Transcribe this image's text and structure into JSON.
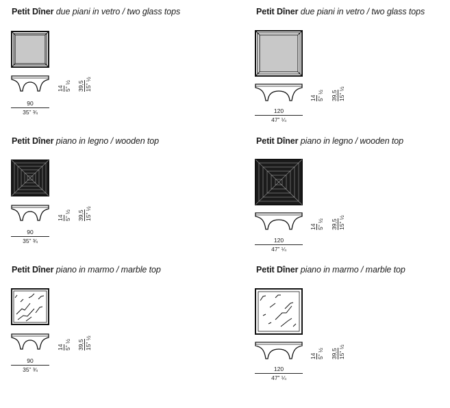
{
  "items": [
    {
      "name": "Petit Dîner",
      "desc": "due piani in vetro / two glass tops",
      "width_cm": "90",
      "width_in": "35” ¾",
      "h1_cm": "14",
      "h1_in": "5” ½",
      "h2_cm": "39,5",
      "h2_in": "15” ½",
      "top": "glass"
    },
    {
      "name": "Petit Dîner",
      "desc": "due piani in vetro / two glass tops",
      "width_cm": "120",
      "width_in": "47” ¼",
      "h1_cm": "14",
      "h1_in": "5” ½",
      "h2_cm": "39,5",
      "h2_in": "15” ½",
      "top": "glass"
    },
    {
      "name": "Petit Dîner",
      "desc": "piano in legno / wooden top",
      "width_cm": "90",
      "width_in": "35” ¾",
      "h1_cm": "14",
      "h1_in": "5” ½",
      "h2_cm": "39,5",
      "h2_in": "15” ½",
      "top": "wood"
    },
    {
      "name": "Petit Dîner",
      "desc": "piano in legno / wooden top",
      "width_cm": "120",
      "width_in": "47” ¼",
      "h1_cm": "14",
      "h1_in": "5” ½",
      "h2_cm": "39,5",
      "h2_in": "15” ½",
      "top": "wood"
    },
    {
      "name": "Petit Dîner",
      "desc": "piano in marmo / marble top",
      "width_cm": "90",
      "width_in": "35” ¾",
      "h1_cm": "14",
      "h1_in": "5” ½",
      "h2_cm": "39,5",
      "h2_in": "15” ½",
      "top": "marble"
    },
    {
      "name": "Petit Dîner",
      "desc": "piano in marmo / marble top",
      "width_cm": "120",
      "width_in": "47” ¼",
      "h1_cm": "14",
      "h1_in": "5” ½",
      "h2_cm": "39,5",
      "h2_in": "15” ½",
      "top": "marble"
    }
  ]
}
